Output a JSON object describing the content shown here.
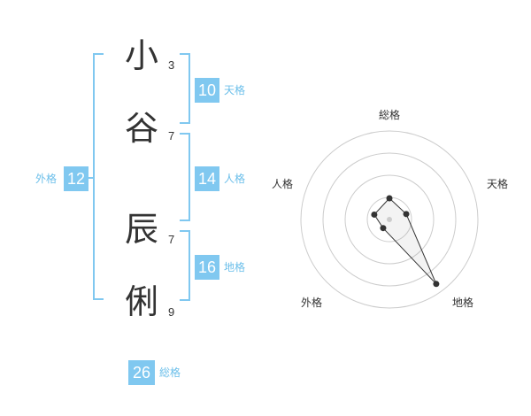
{
  "name": {
    "chars": [
      {
        "char": "小",
        "strokes": "3"
      },
      {
        "char": "谷",
        "strokes": "7"
      },
      {
        "char": "辰",
        "strokes": "7"
      },
      {
        "char": "俐",
        "strokes": "9"
      }
    ]
  },
  "kakusu": {
    "tenkaku": {
      "value": "10",
      "label": "天格"
    },
    "jinkaku": {
      "value": "14",
      "label": "人格"
    },
    "chikaku": {
      "value": "16",
      "label": "地格"
    },
    "gaikaku": {
      "value": "12",
      "label": "外格"
    },
    "soukaku": {
      "value": "26",
      "label": "総格"
    }
  },
  "colors": {
    "accent": "#80c8f0",
    "text": "#333333",
    "grid": "#cccccc"
  },
  "chart_data": {
    "type": "radar",
    "axes": [
      "総格",
      "天格",
      "地格",
      "外格",
      "人格"
    ],
    "rings": 4,
    "values": [
      1.2,
      1,
      4.5,
      0.6,
      0.9
    ],
    "max": 5
  }
}
